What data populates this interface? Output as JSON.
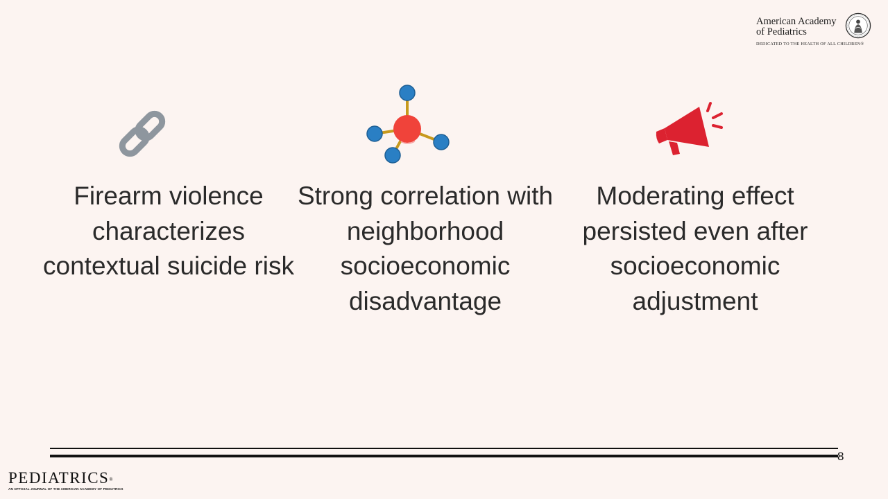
{
  "header": {
    "org_name_line1": "American Academy",
    "org_name_line2": "of Pediatrics",
    "tagline": "DEDICATED TO THE HEALTH OF ALL CHILDREN®",
    "seal_icon": "aap-seal-icon"
  },
  "points": [
    {
      "icon": "chain-link-icon",
      "color": "#8e969e",
      "text": "Firearm violence characterizes contextual suicide risk"
    },
    {
      "icon": "molecule-icon",
      "color": "#f0433a",
      "text": "Strong correlation with neighborhood socioeconomic disadvantage"
    },
    {
      "icon": "megaphone-icon",
      "color": "#dc2230",
      "text": "Moderating effect persisted even after socioeconomic adjustment"
    }
  ],
  "footer": {
    "page_number": "8",
    "journal_name": "PEDIATRICS",
    "journal_mark": "®",
    "journal_tagline": "AN OFFICIAL JOURNAL OF THE AMERICAN ACADEMY OF PEDIATRICS"
  }
}
